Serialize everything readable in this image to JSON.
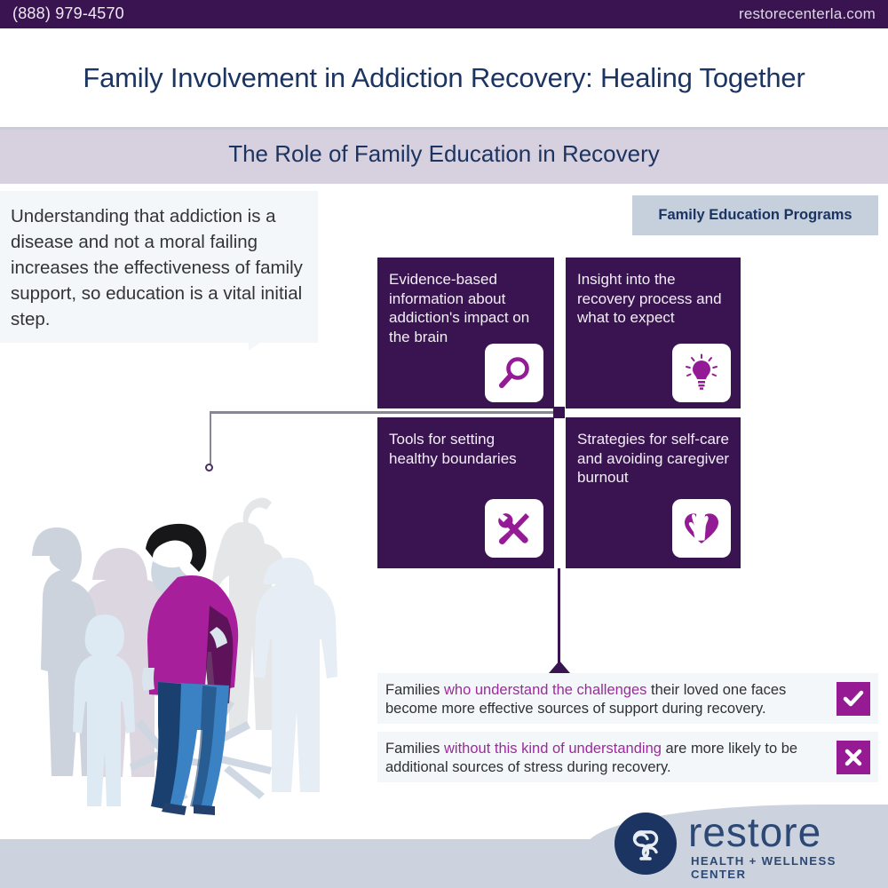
{
  "topbar": {
    "phone": "(888) 979-4570",
    "website": "restorecenterla.com",
    "bg": "#3a1450"
  },
  "title": "Family Involvement in Addiction Recovery: Healing Together",
  "subtitle": "The Role of Family Education in Recovery",
  "intro": "Understanding that addiction is a disease and not a moral failing increases the effectiveness of family support, so education is a vital initial step.",
  "badge": {
    "label": "Family Education Programs"
  },
  "cards": [
    {
      "text": "Evidence-based information about addiction's impact on the brain",
      "icon": "magnifier-icon"
    },
    {
      "text": "Insight into the recovery process and what to expect",
      "icon": "lightbulb-icon"
    },
    {
      "text": "Tools for setting healthy boundaries",
      "icon": "tools-icon"
    },
    {
      "text": "Strategies for self-care and avoiding caregiver burnout",
      "icon": "heart-hand-icon"
    }
  ],
  "outcomes": [
    {
      "before": "Families ",
      "highlight": "who understand the challenges",
      "after": " their loved one faces become more effective sources of support during recovery.",
      "mark": "check-icon"
    },
    {
      "before": "Families ",
      "highlight": "without this kind of understanding",
      "after": " are more likely to be additional sources of stress during recovery.",
      "mark": "cross-icon"
    }
  ],
  "logo": {
    "wordmark": "restore",
    "tagline": "HEALTH + WELLNESS CENTER"
  },
  "colors": {
    "deep_purple": "#3a1450",
    "navy": "#1c3461",
    "magenta": "#951a94",
    "band_lavender": "#d7d1df",
    "panel_bg": "#f4f7fa",
    "bottom_gray": "#ccd3df"
  }
}
